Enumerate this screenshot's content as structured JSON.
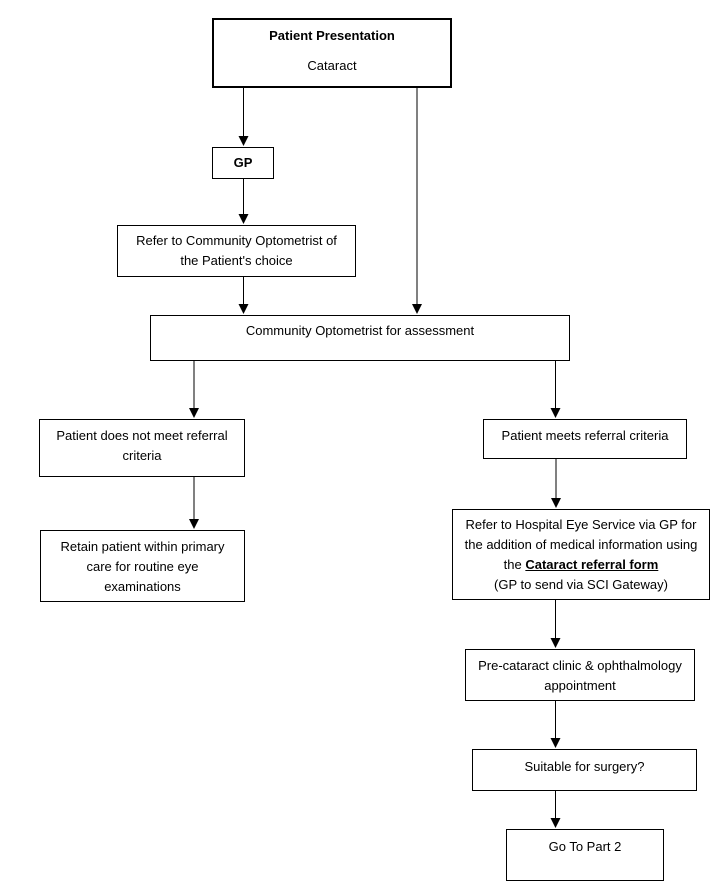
{
  "diagram": {
    "description": "Cataract patient referral pathway flowchart",
    "colors": {
      "background": "#ffffff",
      "border": "#000000",
      "text": "#000000",
      "arrow": "#000000"
    },
    "nodes": {
      "patient_presentation": {
        "lines": [
          "Patient Presentation",
          "Cataract"
        ]
      },
      "gp": {
        "lines": [
          "GP"
        ]
      },
      "refer_optometrist": {
        "lines": [
          "Refer to Community Optometrist of",
          "the Patient's choice"
        ]
      },
      "assessment": {
        "lines": [
          "Community Optometrist for assessment"
        ]
      },
      "not_meet": {
        "lines": [
          "Patient does not meet referral",
          "criteria"
        ]
      },
      "retain": {
        "lines": [
          "Retain patient within primary",
          "care for routine eye",
          "examinations"
        ]
      },
      "meets": {
        "lines": [
          "Patient meets referral criteria"
        ]
      },
      "refer_hospital": {
        "line1": "Refer to Hospital Eye Service via GP for",
        "line2": "the addition of medical information using",
        "line3_prefix": "the ",
        "line3_emphasis": "Cataract referral form",
        "line4": "(GP to send via SCI Gateway)"
      },
      "pre_cataract": {
        "lines": [
          "Pre-cataract clinic & ophthalmology",
          "appointment"
        ]
      },
      "suitable": {
        "lines": [
          "Suitable for surgery?"
        ]
      },
      "go_to": {
        "lines": [
          "Go To Part 2"
        ]
      }
    }
  }
}
